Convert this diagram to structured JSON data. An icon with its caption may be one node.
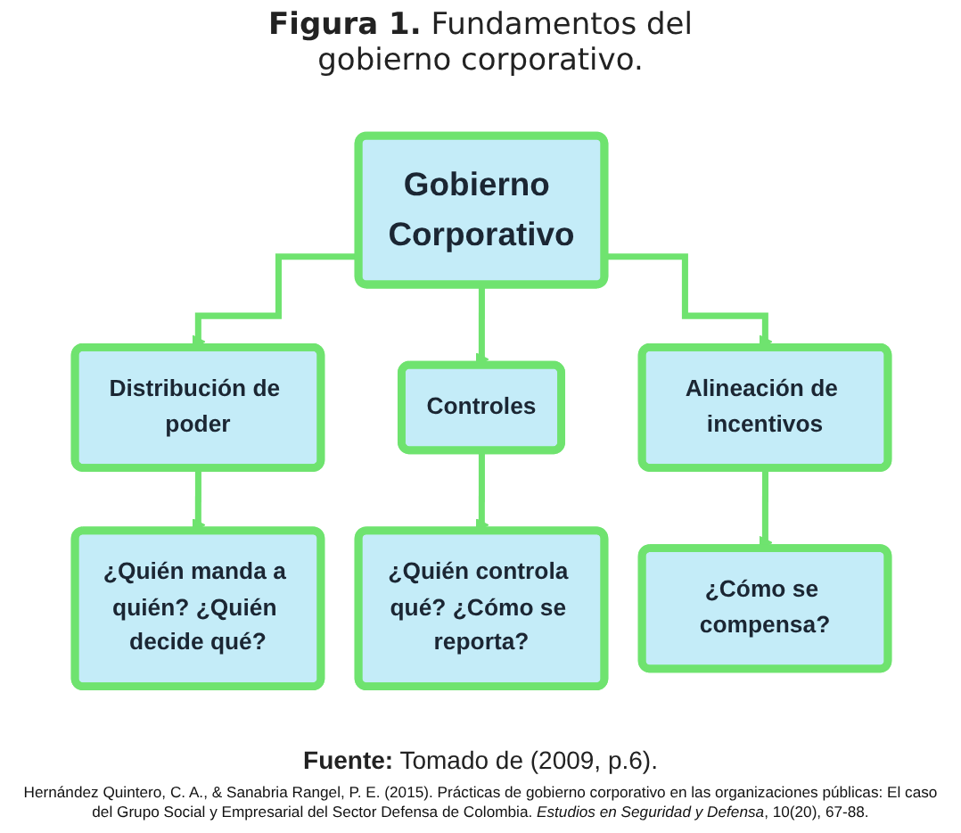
{
  "diagram": {
    "title": "**Figura 1.** Fundamentos del gobierno corporativo.",
    "caption": "**Fuente:** Tomado de (2009, p.6).",
    "nodes": [
      {
        "text": [
          "Gobierno Corporativo"
        ]
      },
      {
        "text": [
          "Distribución de poder"
        ]
      },
      {
        "text": [
          "Controles"
        ]
      },
      {
        "text": [
          "Alineación de incentivos"
        ]
      },
      {
        "text": [
          "¿Quién manda a quién? ¿Quién decide qué?"
        ]
      },
      {
        "text": [
          "¿Quién controla qué? ¿Cómo se reporta?"
        ]
      },
      {
        "text": [
          "¿Cómo se compensa?"
        ]
      }
    ],
    "edges": [
      {
        "from": 0,
        "to": 1,
        "arrow": "to"
      },
      {
        "from": 0,
        "to": 2,
        "arrow": "to"
      },
      {
        "from": 0,
        "to": 3,
        "arrow": "to"
      },
      {
        "from": 1,
        "to": 4,
        "arrow": "to"
      },
      {
        "from": 2,
        "to": 5,
        "arrow": "to"
      },
      {
        "from": 3,
        "to": 6,
        "arrow": "to"
      }
    ],
    "labels": [
      "Hernández Quintero, C. A., & Sanabria Rangel, P. E. (2015). Prácticas de gobierno corporativo en las organizaciones públicas: El caso del Grupo Social y Empresarial del Sector Defensa de Colombia. *Estudios en Seguridad y Defensa*, 10(20), 67-88."
    ]
  }
}
